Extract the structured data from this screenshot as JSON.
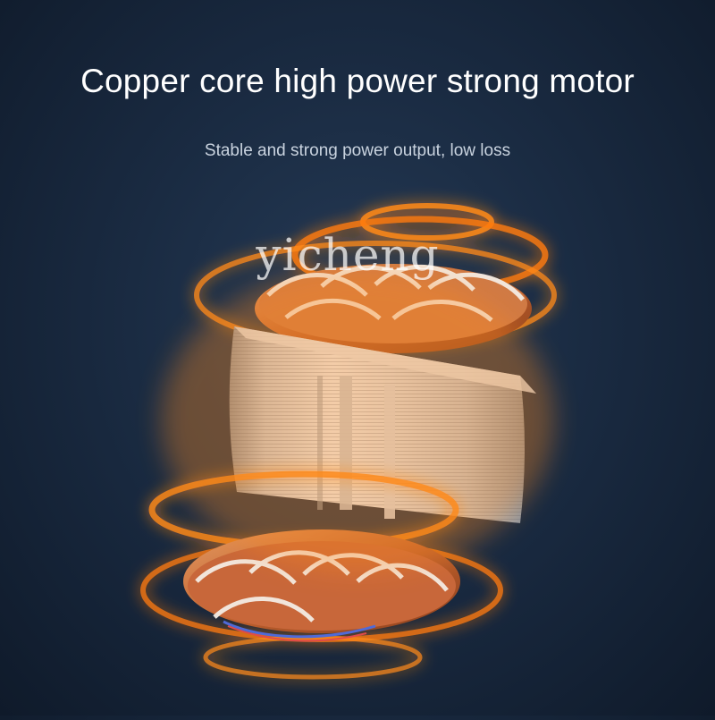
{
  "headline": "Copper core high power strong motor",
  "subline": "Stable and strong power output, low loss",
  "watermark": "yicheng",
  "image": {
    "subject": "motor-stator",
    "glow_color": "#ff8a1a",
    "copper_color": "#c8673a",
    "background_color": "#1a2b42"
  }
}
